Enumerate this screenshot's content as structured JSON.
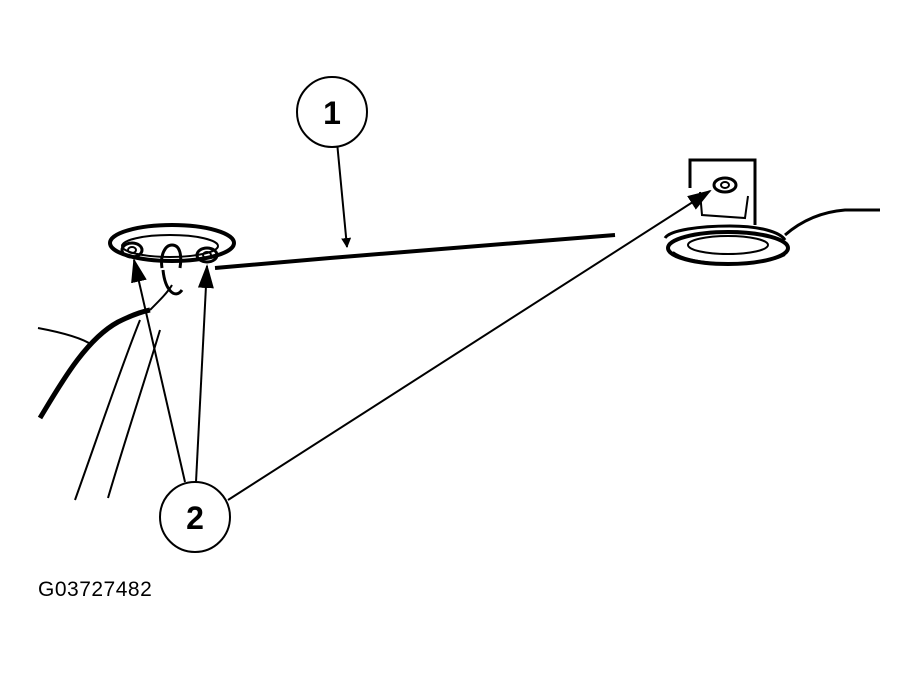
{
  "callouts": [
    {
      "id": "1",
      "label": "1"
    },
    {
      "id": "2",
      "label": "2"
    }
  ],
  "figure_code": "G03727482",
  "colors": {
    "ink": "#000000",
    "background": "#ffffff"
  }
}
